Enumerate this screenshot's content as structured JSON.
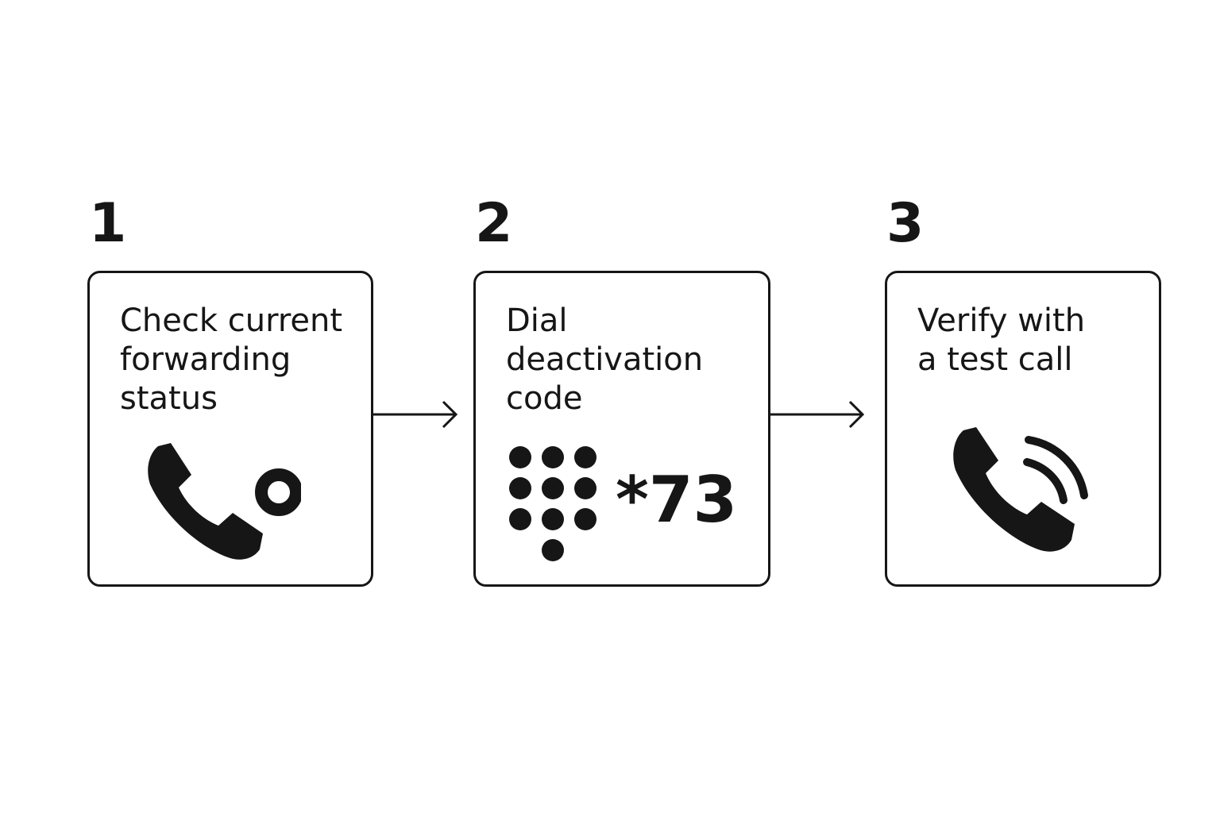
{
  "steps": [
    {
      "number": "1",
      "text_lines": [
        "Check current",
        "forwarding",
        "status"
      ],
      "icon": "phone-with-status-dot-icon"
    },
    {
      "number": "2",
      "text_lines": [
        "Dial",
        "deactivation",
        "code"
      ],
      "icon": "keypad-icon",
      "code": "*73"
    },
    {
      "number": "3",
      "text_lines": [
        "Verify with",
        "a test call"
      ],
      "icon": "phone-ringing-icon"
    }
  ],
  "connectors": [
    "arrow-right-icon",
    "arrow-right-icon"
  ],
  "colors": {
    "ink": "#161616",
    "background": "#ffffff"
  }
}
